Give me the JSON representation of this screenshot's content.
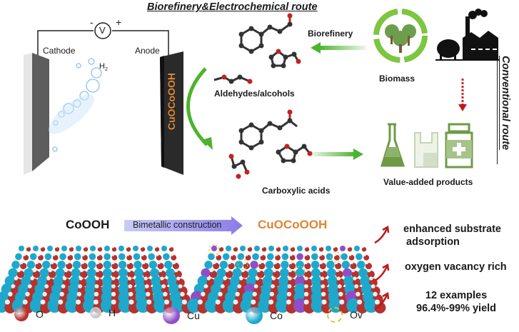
{
  "header": {
    "title": "Biorefinery&Electrochemical route"
  },
  "side": {
    "title": "Conventional route"
  },
  "cell": {
    "voltmeter": "V",
    "minus": "-",
    "plus": "+",
    "cathode": "Cathode",
    "anode": "Anode",
    "gas": "H",
    "gas_sub": "2",
    "anode_material": "CuOCoOOH"
  },
  "molecules": {
    "reactants_label": "Aldehydes/alcohols",
    "products_label": "Carboxylic acids"
  },
  "biomass": {
    "arrow_label": "Biorefinery",
    "label": "Biomass"
  },
  "products": {
    "label": "Value-added products"
  },
  "bottom": {
    "left_material": "CoOOH",
    "arrow_label": "Bimetallic construction",
    "right_material": "CuOCoOOH",
    "features": [
      {
        "lines": [
          "enhanced substrate",
          "adsorption"
        ]
      },
      {
        "lines": [
          "oxygen vacancy rich"
        ]
      },
      {
        "lines": [
          "12 examples",
          "96.4%-99% yield"
        ]
      }
    ]
  },
  "legend": [
    {
      "symbol": "O",
      "color": "#b5322d"
    },
    {
      "symbol": "H",
      "color": "#c8c8c8"
    },
    {
      "symbol": "Cu",
      "color": "#8e4fc4"
    },
    {
      "symbol": "Co",
      "color": "#1ea8cc"
    },
    {
      "symbol": "Ov",
      "color": "#d8c43c"
    }
  ],
  "colors": {
    "green": "#3daa2a",
    "orange": "#e08533",
    "red": "#c01818",
    "olive": "#6f9a45"
  }
}
